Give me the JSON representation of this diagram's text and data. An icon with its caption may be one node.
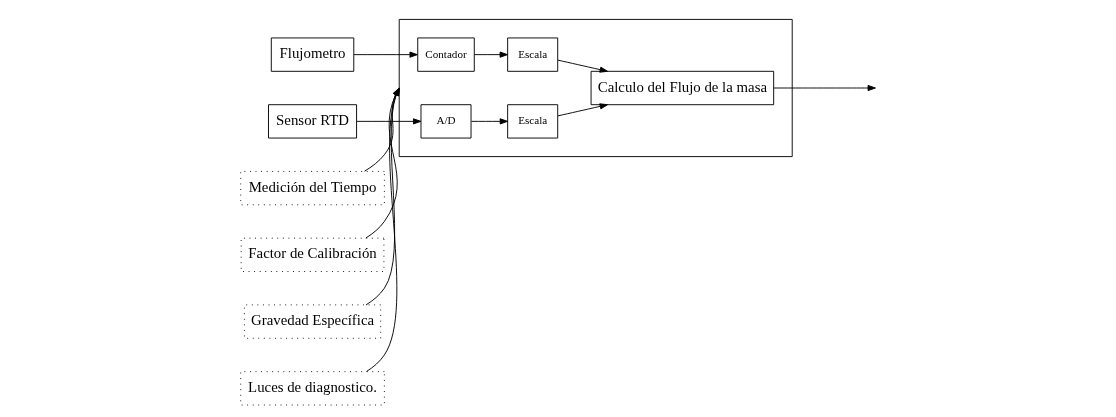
{
  "diagram": {
    "nodes": [
      {
        "text": [],
        "shape": "box"
      },
      {
        "text": [
          "Flujometro"
        ]
      },
      {
        "text": [
          "Sensor RTD"
        ]
      },
      {
        "text": [
          "Contador"
        ],
        "in": 0
      },
      {
        "text": [
          "Escala"
        ],
        "in": 0
      },
      {
        "text": [
          "A/D"
        ],
        "in": 0
      },
      {
        "text": [
          "Escala"
        ],
        "in": 0
      },
      {
        "text": [
          "Calculo del Flujo de la masa"
        ],
        "in": 0
      },
      {
        "text": [
          "Medición del Tiempo"
        ]
      },
      {
        "text": [
          "Factor de Calibración"
        ]
      },
      {
        "text": [
          "Gravedad Específica"
        ]
      },
      {
        "text": [
          "Luces de diagnostico."
        ]
      }
    ],
    "edges": [
      {
        "from": 1,
        "to": 3,
        "arrow": "to"
      },
      {
        "from": 3,
        "to": 4,
        "arrow": "to"
      },
      {
        "from": 4,
        "to": 7,
        "arrow": "to"
      },
      {
        "from": 2,
        "to": 5,
        "arrow": "to"
      },
      {
        "from": 5,
        "to": 6,
        "arrow": "to"
      },
      {
        "from": 6,
        "to": 7,
        "arrow": "to"
      },
      {
        "from": 7,
        "to": null,
        "arrow": "to"
      },
      {
        "from": 8,
        "to": 0,
        "arrow": "to"
      },
      {
        "from": 9,
        "to": 0,
        "arrow": "to"
      },
      {
        "from": 10,
        "to": 0,
        "arrow": "to"
      },
      {
        "from": 11,
        "to": 0,
        "arrow": "to"
      }
    ]
  }
}
